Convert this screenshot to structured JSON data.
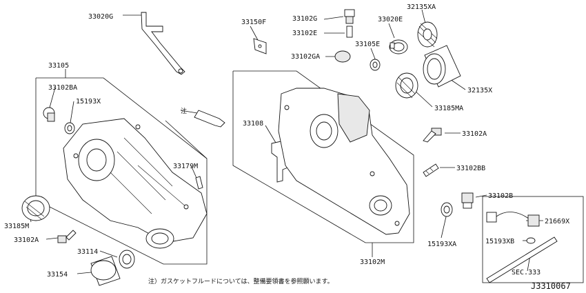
{
  "labels": {
    "p33020G_a": "33020G",
    "p33150F": "33150F",
    "p33102G": "33102G",
    "p33102E": "33102E",
    "p33102GA": "33102GA",
    "p33105E": "33105E",
    "p33020E": "33020E",
    "p32135XA": "32135XA",
    "p32135X": "32135X",
    "p33185MA": "33185MA",
    "p33105": "33105",
    "p33102BA": "33102BA",
    "p15193X": "15193X",
    "p33108": "33108",
    "p33179M": "33179M",
    "p33102A_r": "33102A",
    "p33102BB": "33102BB",
    "p33102B": "33102B",
    "p21669X": "21669X",
    "p15193XB": "15193XB",
    "p15193XA": "15193XA",
    "pSEC333": "SEC.333",
    "p33185M": "33185M",
    "p33102A_l": "33102A",
    "p33114": "33114",
    "p33154": "33154",
    "p33102M": "33102M",
    "note_mark": "注",
    "footnote": "注）ガスケットフルードについては、整備要領書を参照願います。",
    "diagram_code": "J3310067"
  }
}
